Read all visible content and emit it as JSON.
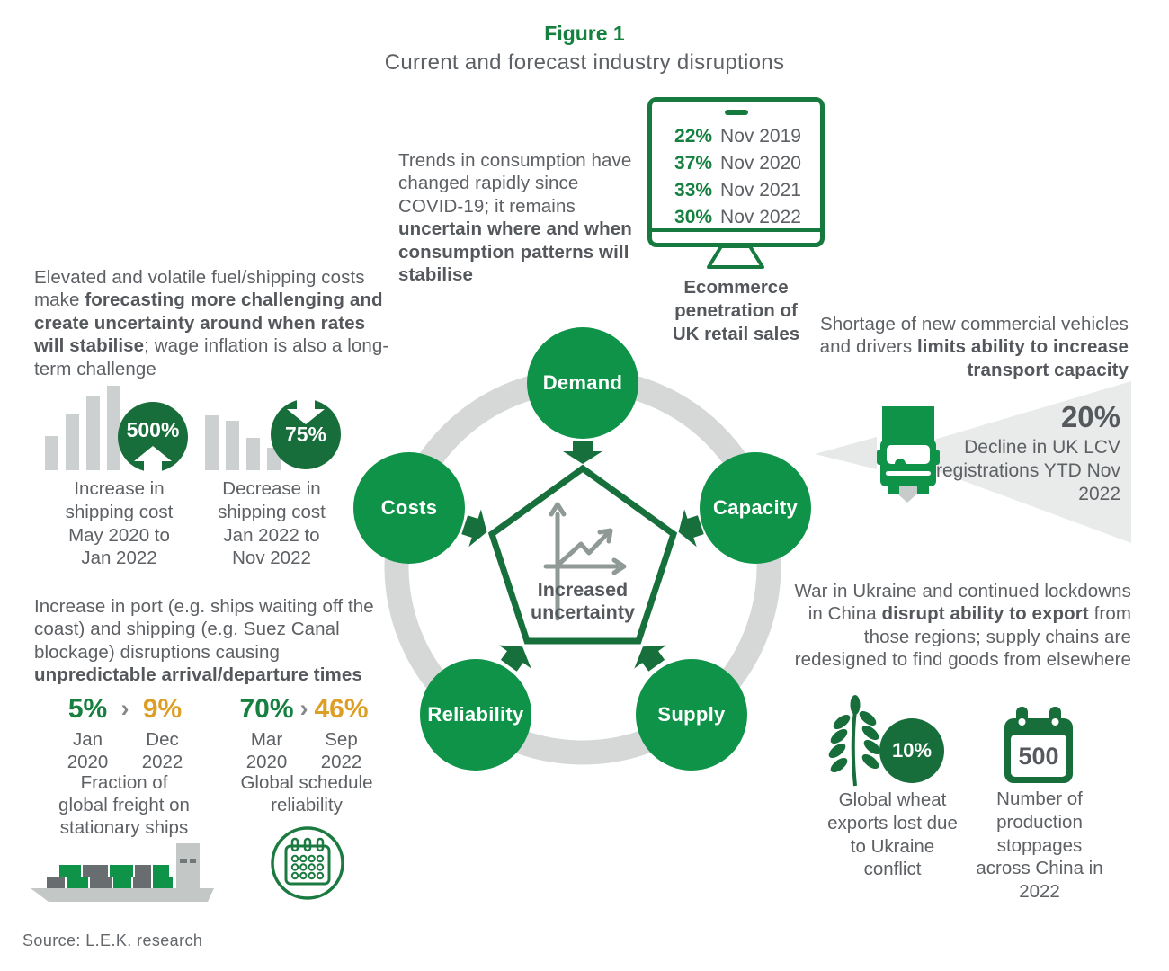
{
  "title": {
    "figure_label": "Figure 1",
    "subtitle": "Current and forecast industry disruptions"
  },
  "source": "Source: L.E.K. research",
  "colors": {
    "node_green": "#0f9348",
    "dark_green": "#176e3a",
    "heading_green": "#15803f",
    "orange": "#dd9e26",
    "text_gray": "#5d6064",
    "light_gray": "#d5d8d7"
  },
  "center": {
    "label": "Increased uncertainty"
  },
  "nodes": {
    "demand": "Demand",
    "capacity": "Capacity",
    "supply": "Supply",
    "reliability": "Reliability",
    "costs": "Costs"
  },
  "demand": {
    "text": [
      "Trends in consumption have changed rapidly since COVID-19; it remains ",
      "uncertain where and when consumption patterns will stabilise"
    ],
    "monitor_rows": [
      {
        "pct": "22%",
        "label": "Nov 2019"
      },
      {
        "pct": "37%",
        "label": "Nov 2020"
      },
      {
        "pct": "33%",
        "label": "Nov 2021"
      },
      {
        "pct": "30%",
        "label": "Nov 2022"
      }
    ],
    "monitor_caption": "Ecommerce penetration of UK retail sales"
  },
  "costs": {
    "text": [
      "Elevated and volatile fuel/shipping costs make ",
      "forecasting more challenging and create uncertainty around when rates will stabilise",
      "; wage inflation is also a long-term challenge"
    ],
    "stat_increase": {
      "value": "500%",
      "caption": "Increase in shipping cost May 2020 to Jan 2022"
    },
    "stat_decrease": {
      "value": "75%",
      "caption": "Decrease in shipping cost Jan 2022 to Nov 2022"
    }
  },
  "capacity": {
    "text": [
      "Shortage of new commercial vehicles and drivers ",
      "limits ability to increase transport capacity"
    ],
    "stat": {
      "value": "20%",
      "caption": "Decline in UK LCV registrations YTD Nov 2022"
    }
  },
  "supply": {
    "text": [
      "War in Ukraine and continued lockdowns in China ",
      "disrupt ability to export",
      " from those regions; supply chains are redesigned to find goods from elsewhere"
    ],
    "wheat_stat": {
      "value": "10%",
      "caption": "Global wheat exports lost due to Ukraine conflict"
    },
    "calendar_stat": {
      "value": "500",
      "caption": "Number of production stoppages across China in 2022"
    }
  },
  "reliability": {
    "text": [
      "Increase in port (e.g. ships waiting off the coast) and shipping (e.g. Suez Canal blockage) disruptions causing ",
      "unpredictable arrival/departure times"
    ],
    "stat_freight": {
      "from": "5%",
      "arrow": "›",
      "to": "9%",
      "from_label": "Jan 2020",
      "to_label": "Dec 2022",
      "caption": "Fraction of global freight on stationary ships"
    },
    "stat_schedule": {
      "from": "70%",
      "arrow": "›",
      "to": "46%",
      "from_label": "Mar 2020",
      "to_label": "Sep 2022",
      "caption": "Global schedule reliability"
    }
  }
}
